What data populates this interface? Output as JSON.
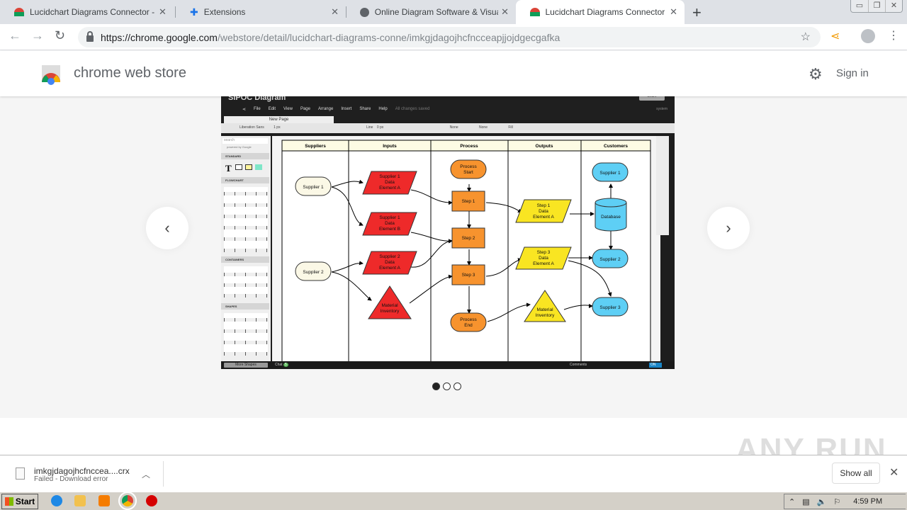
{
  "browser": {
    "tabs": [
      {
        "title": "Lucidchart Diagrams Connector - Chr",
        "icon": "chrome-web-store-icon",
        "active": false
      },
      {
        "title": "Extensions",
        "icon": "puzzle-icon",
        "active": false
      },
      {
        "title": "Online Diagram Software & Visual Sol",
        "icon": "globe-icon",
        "active": false
      },
      {
        "title": "Lucidchart Diagrams Connector - Chr",
        "icon": "chrome-web-store-icon",
        "active": true
      }
    ],
    "new_tab": "+",
    "url_host": "https://chrome.google.com",
    "url_path": "/webstore/detail/lucidchart-diagrams-conne/imkgjdagojhcfncceapjjojdgecgafka"
  },
  "store": {
    "title": "chrome web store",
    "sign_in": "Sign in",
    "prev": "‹",
    "next": "›",
    "carousel": {
      "count": 3,
      "active": 0
    }
  },
  "app": {
    "doc_title": "SIPOC Diagram",
    "menu": [
      "File",
      "Edit",
      "View",
      "Page",
      "Arrange",
      "Insert",
      "Share",
      "Help"
    ],
    "saved_status": "All changes saved",
    "share": "Share",
    "user": "system",
    "page_tab": "New Page",
    "font": "Liberation Sans",
    "font_size": "1 px",
    "line_label": "Line",
    "line_width": "0 px",
    "arrow_start": "None",
    "arrow_end": "None",
    "fill_label": "Fill",
    "search_placeholder": "search",
    "powered_by": "powered by Google",
    "sections": [
      "STANDARD",
      "FLOWCHART",
      "CONTAINERS",
      "SHAPES"
    ],
    "more_shapes": "More Shapes",
    "chat": "Chat",
    "chat_count": "5",
    "comments": "Comments",
    "comments_toggle": "ON"
  },
  "diagram": {
    "columns": [
      "Suppliers",
      "Inputs",
      "Process",
      "Outputs",
      "Customers"
    ],
    "nodes": {
      "supplier1": "Supplier 1",
      "supplier2": "Supplier 2",
      "in_s1a": [
        "Supplier 1",
        "Data",
        "Element A"
      ],
      "in_s1b": [
        "Supplier 1",
        "Data",
        "Element B"
      ],
      "in_s2a": [
        "Supplier 2",
        "Data",
        "Element A"
      ],
      "in_mat": [
        "Material",
        "Inventory"
      ],
      "p_start": [
        "Process",
        "Start"
      ],
      "step1": "Step 1",
      "step2": "Step 2",
      "step3": "Step 3",
      "p_end": [
        "Process",
        "End"
      ],
      "out1": [
        "Step 1",
        "Data",
        "Element A"
      ],
      "out3": [
        "Step 3",
        "Data",
        "Element A"
      ],
      "out_mat": [
        "Material",
        "Inventory"
      ],
      "c_s1": "Supplier 1",
      "c_db": "Database",
      "c_s2": "Supplier 2",
      "c_s3": "Supplier 3"
    }
  },
  "download": {
    "filename": "imkgjdagojhcfncceа....crx",
    "status": "Failed - Download error",
    "show_all": "Show all"
  },
  "taskbar": {
    "start": "Start",
    "clock": "4:59 PM"
  },
  "watermark": "ANY RUN"
}
